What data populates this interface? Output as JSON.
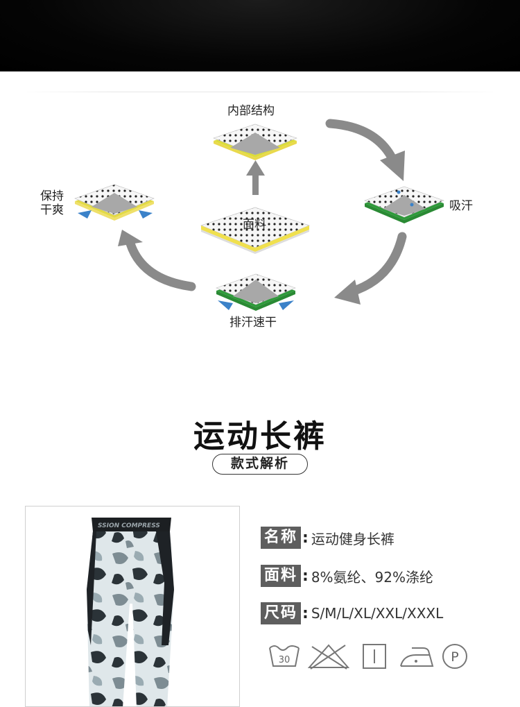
{
  "diagram": {
    "labels": {
      "inner_structure": "内部结构",
      "keep_dry_line1": "保持",
      "keep_dry_line2": "干爽",
      "absorb_sweat": "吸汗",
      "fabric": "面料",
      "wick_dry": "排汗速干"
    },
    "colors": {
      "arrow_gray": "#8a8a8a",
      "layer_white": "#f4f4f4",
      "layer_yellow": "#e4d84a",
      "layer_green": "#2e9a3a",
      "droplet_blue": "#3b82c9"
    }
  },
  "header": {
    "title": "运动长裤",
    "subtitle": "款式解析"
  },
  "product": {
    "image_icon": "camo-compression-pants-image",
    "waistband_text": "SSION  COMPRESS",
    "colors": {
      "camo_light": "#dfe7ea",
      "camo_mid": "#7d8c93",
      "camo_dark": "#2b3338",
      "panel": "#1e2226"
    }
  },
  "specs": [
    {
      "tag": "名称",
      "value": "运动健身长裤"
    },
    {
      "tag": "面料",
      "value": "8%氨纶、92%涤纶"
    },
    {
      "tag": "尺码",
      "value": "S/M/L/XL/XXL/XXXL"
    }
  ],
  "care": {
    "wash_temp": "30",
    "wash_icon": "wash-30-icon",
    "no_bleach_icon": "do-not-bleach-icon",
    "line_dry_icon": "line-dry-icon",
    "iron_icon": "low-iron-icon",
    "dry_clean_letter": "P",
    "dry_clean_icon": "dry-clean-p-icon"
  }
}
